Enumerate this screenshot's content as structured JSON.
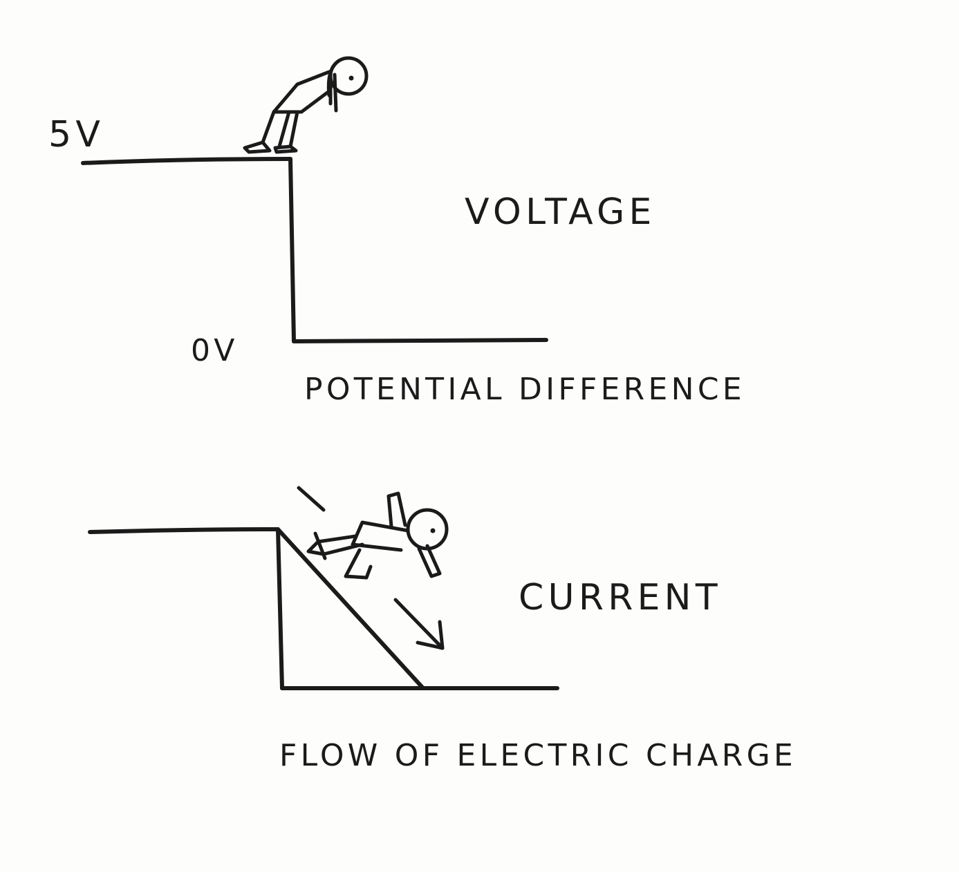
{
  "top_panel": {
    "high_level_label": "5V",
    "low_level_label": "0V",
    "title": "VOLTAGE",
    "caption": "POTENTIAL DIFFERENCE",
    "figure": "person-peering-over-cliff-edge"
  },
  "bottom_panel": {
    "title": "CURRENT",
    "caption": "FLOW OF ELECTRIC CHARGE",
    "figure": "person-sliding-down-ramp",
    "arrow": "down-right-arrow-icon"
  },
  "colors": {
    "ink": "#1b1b1b",
    "paper": "#fdfdfb"
  }
}
